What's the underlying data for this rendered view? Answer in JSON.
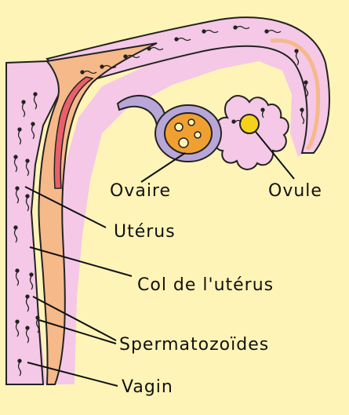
{
  "labels": {
    "ovaire": "Ovaire",
    "ovule": "Ovule",
    "uterus": "Utérus",
    "col": "Col de l'utérus",
    "spermatozoides": "Spermatozoïdes",
    "vagin": "Vagin"
  },
  "colors": {
    "background": "#fff4b8",
    "tissue_pink": "#f4c8e6",
    "uterine_wall": "#f5b98a",
    "endometrium": "#e8606a",
    "ovary_outer": "#b8a6d8",
    "ovary_inner": "#f0a030",
    "ovule": "#f5d21a",
    "sperm": "#222222",
    "outline": "#222222"
  }
}
